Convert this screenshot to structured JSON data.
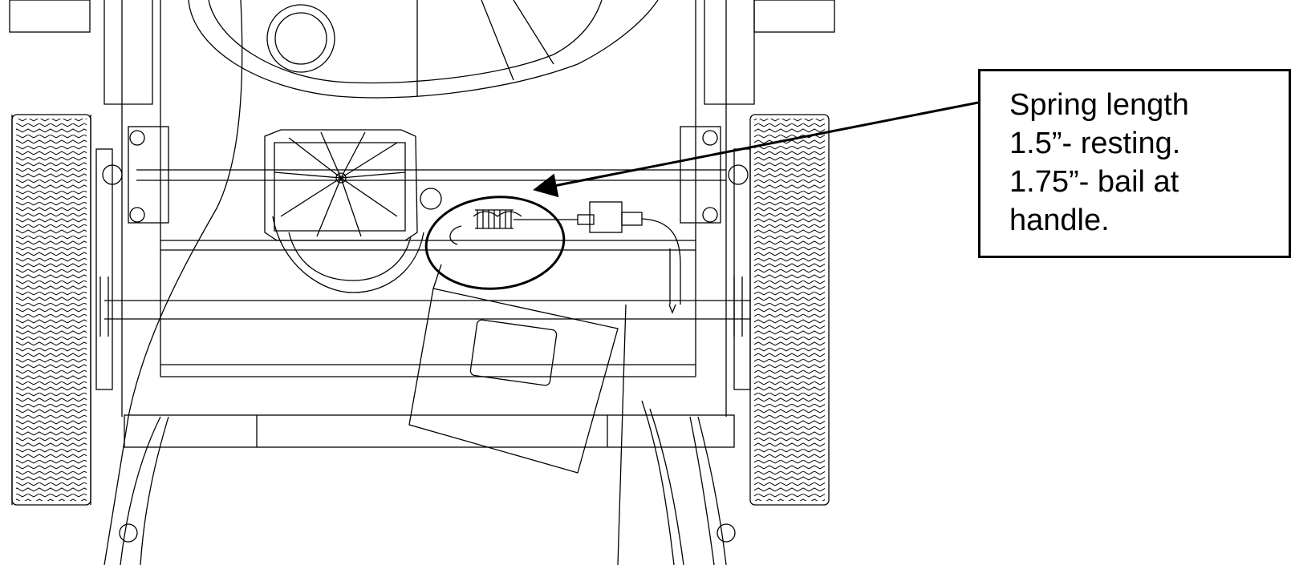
{
  "callout": {
    "lines": [
      "Spring length",
      "1.5”- resting.",
      "1.75”- bail at",
      "handle."
    ]
  },
  "colors": {
    "line": "#000000",
    "background": "#ffffff"
  },
  "icons": {
    "pointer": "arrow-icon",
    "highlight": "ellipse-highlight"
  }
}
